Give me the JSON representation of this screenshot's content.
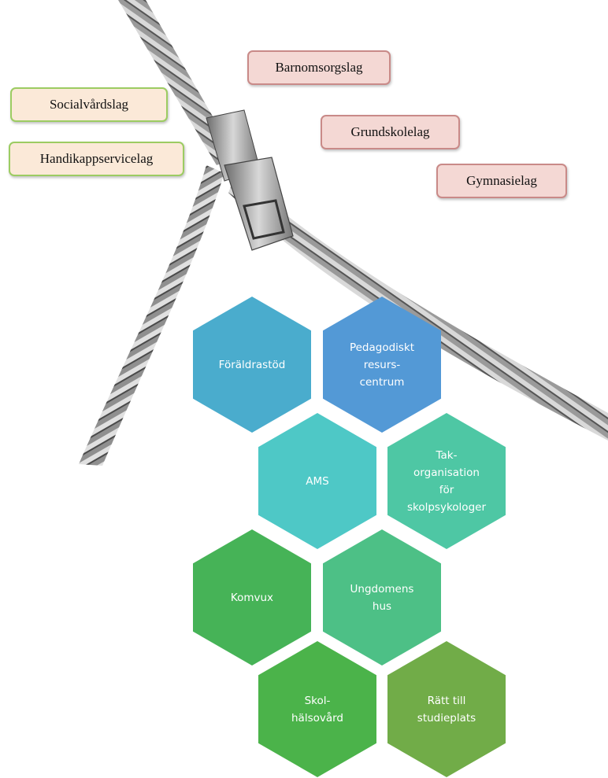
{
  "laws_left": [
    {
      "label": "Socialvårdslag"
    },
    {
      "label": "Handikappservicelag"
    }
  ],
  "laws_right": [
    {
      "label": "Barnomsorgslag"
    },
    {
      "label": "Grundskolelag"
    },
    {
      "label": "Gymnasielag"
    }
  ],
  "hexagons": [
    {
      "label": "Föräldrastöd",
      "color": "#4aaccd"
    },
    {
      "label": "Pedagodiskt\nresurs-\ncentrum",
      "color": "#5399d6"
    },
    {
      "label": "AMS",
      "color": "#4ec8c6"
    },
    {
      "label": "Tak-\norganisation\nför\nskolpsykologer",
      "color": "#4ec7a4"
    },
    {
      "label": "Komvux",
      "color": "#46b357"
    },
    {
      "label": "Ungdomens\nhus",
      "color": "#4dc086"
    },
    {
      "label": "Skol-\nhälsovård",
      "color": "#4bb34a"
    },
    {
      "label": "Rätt till\nstudieplats",
      "color": "#71ac48"
    }
  ]
}
